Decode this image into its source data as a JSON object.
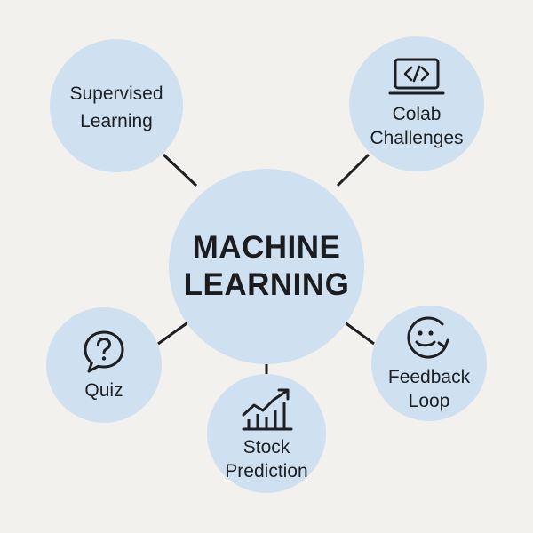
{
  "center": {
    "line1": "MACHINE",
    "line2": "LEARNING"
  },
  "nodes": {
    "supervised": {
      "line1": "Supervised",
      "line2": "Learning",
      "icon": ""
    },
    "colab": {
      "line1": "Colab",
      "line2": "Challenges",
      "icon": "laptop-code-icon"
    },
    "quiz": {
      "line1": "Quiz",
      "icon": "question-bubble-icon"
    },
    "stock": {
      "line1": "Stock",
      "line2": "Prediction",
      "icon": "trend-chart-icon"
    },
    "feedback": {
      "line1": "Feedback",
      "line2": "Loop",
      "icon": "smiley-cycle-icon"
    }
  },
  "colors": {
    "background": "#f3f1ee",
    "node_fill": "#cfe1f1",
    "line": "#1d1f22",
    "text": "#1d1f22"
  }
}
